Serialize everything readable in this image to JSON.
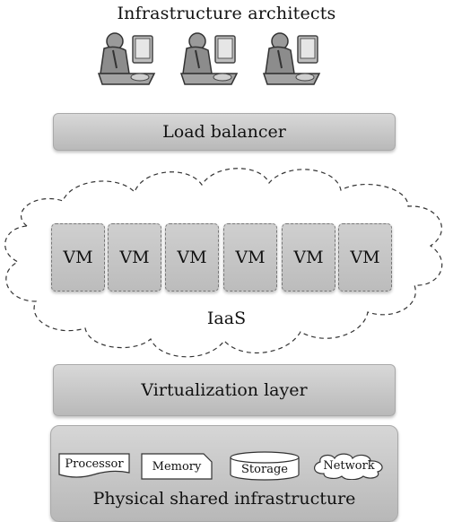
{
  "title": "Infrastructure architects",
  "users": [
    {
      "icon": "architect-at-computer-icon"
    },
    {
      "icon": "architect-at-computer-icon"
    },
    {
      "icon": "architect-at-computer-icon"
    }
  ],
  "load_balancer": "Load balancer",
  "cloud": {
    "vms": [
      "VM",
      "VM",
      "VM",
      "VM",
      "VM",
      "VM"
    ],
    "label": "IaaS"
  },
  "virtualization_layer": "Virtualization layer",
  "physical": {
    "label": "Physical shared infrastructure",
    "resources": {
      "processor": "Processor",
      "memory": "Memory",
      "storage": "Storage",
      "network": "Network"
    }
  }
}
